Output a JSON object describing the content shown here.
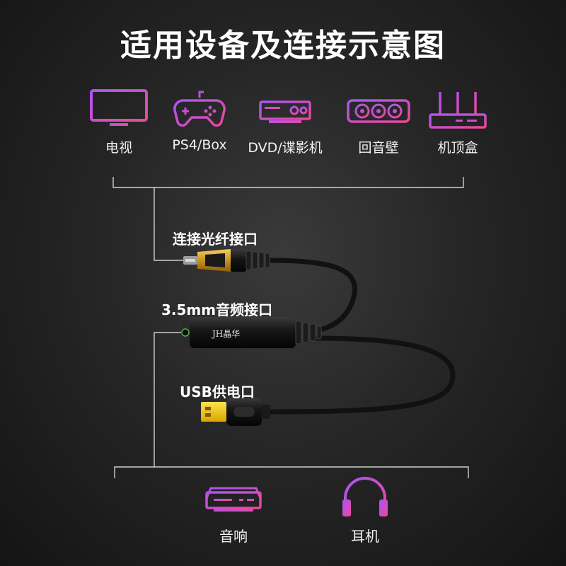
{
  "title": "适用设备及连接示意图",
  "devices_top": [
    {
      "label": "电视",
      "icon": "tv-icon"
    },
    {
      "label": "PS4/Box",
      "icon": "gamepad-icon"
    },
    {
      "label": "DVD/谍影机",
      "icon": "dvd-player-icon"
    },
    {
      "label": "回音壁",
      "icon": "soundbar-icon"
    },
    {
      "label": "机顶盒",
      "icon": "settop-box-icon"
    }
  ],
  "callouts": {
    "optical": "连接光纤接口",
    "audio": "3.5mm音频接口",
    "usb": "USB供电口"
  },
  "brand_text": "JH晶华",
  "devices_bottom": [
    {
      "label": "音响",
      "icon": "speaker-icon"
    },
    {
      "label": "耳机",
      "icon": "headphones-icon"
    }
  ],
  "colors": {
    "icon_gradient_start": "#a855f7",
    "icon_gradient_end": "#ec4899",
    "connector_gold": "#e0b341",
    "usb_yellow": "#f5c400"
  }
}
